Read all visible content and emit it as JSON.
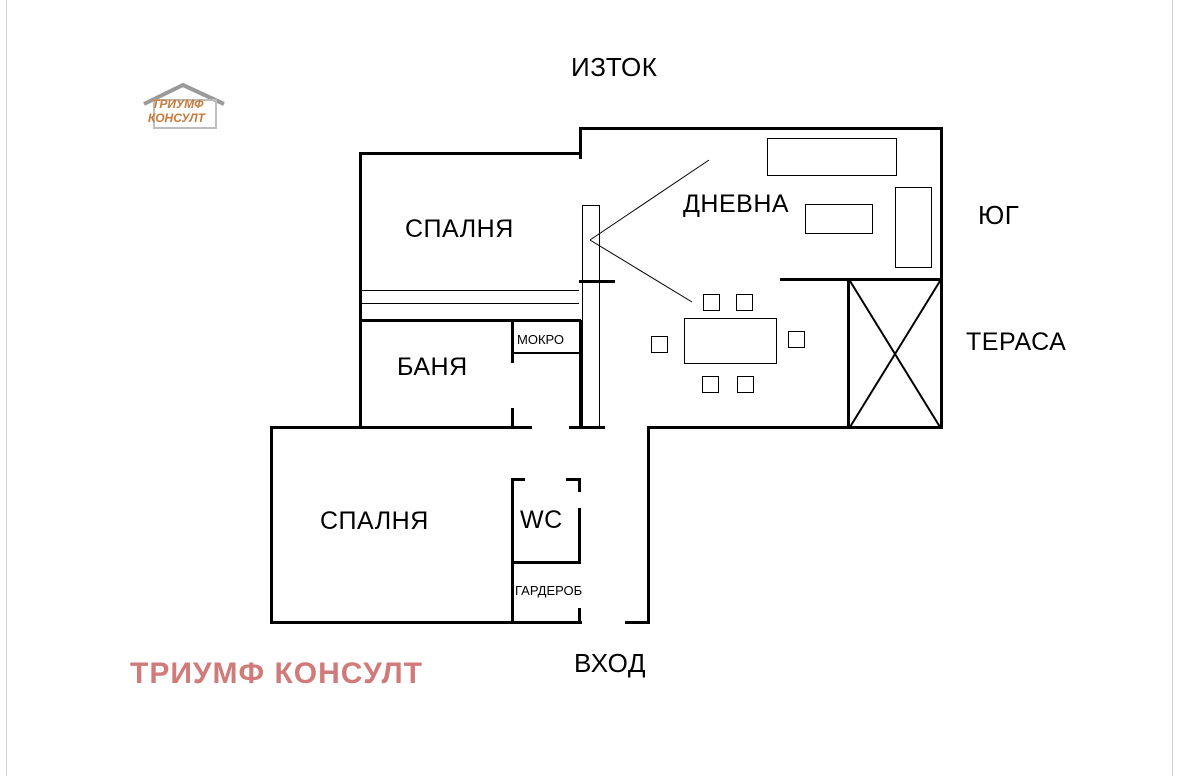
{
  "compass": {
    "east": "ИЗТОК",
    "south": "ЮГ"
  },
  "rooms": {
    "bedroom_top": "СПАЛНЯ",
    "living": "ДНЕВНА",
    "bathroom": "БАНЯ",
    "wet": "МОКРО",
    "bedroom_bottom": "СПАЛНЯ",
    "wc": "WC",
    "wardrobe": "ГАРДЕРОБ",
    "terrace": "ТЕРАСА"
  },
  "entrance": "ВХОД",
  "watermark": "ТРИУМФ КОНСУЛТ",
  "logo": {
    "line1": "ТРИУМФ",
    "line2": "КОНСУЛТ",
    "color": "#c87a3a"
  },
  "colors": {
    "wall": "#000000",
    "watermark": "#d07a7a",
    "background": "#ffffff"
  }
}
